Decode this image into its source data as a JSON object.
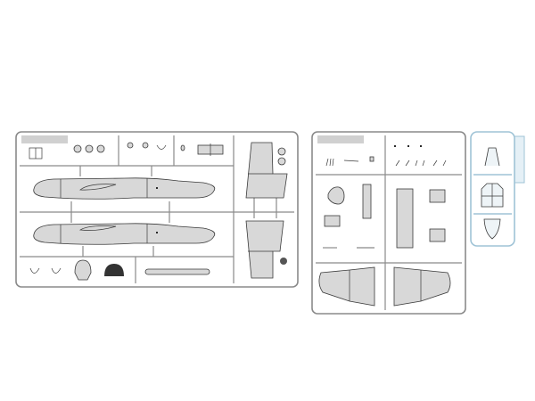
{
  "figure": {
    "sprues": [
      {
        "id": "sprue-fuselage",
        "parts": [
          "ladder",
          "seats",
          "headrests",
          "fuselage-left-half",
          "fuselage-right-half",
          "tail-fin-upper",
          "tail-fin-lower",
          "control-columns",
          "bulkhead",
          "instrument-panel",
          "drop-tank"
        ]
      },
      {
        "id": "sprue-wings",
        "parts": [
          "cockpit-tub",
          "undercarriage-legs",
          "seat",
          "wheel-bays",
          "wing-left",
          "wing-right"
        ]
      },
      {
        "id": "sprue-clear",
        "parts": [
          "windscreen",
          "canopy",
          "nose-glazing"
        ]
      }
    ],
    "colors": {
      "runner": "#8a8a8a",
      "part_fill": "#d8d8d8",
      "outline": "#3a3a3a",
      "clear_runner": "#9fc3d6",
      "clear_fill": "#eef4f7"
    }
  }
}
